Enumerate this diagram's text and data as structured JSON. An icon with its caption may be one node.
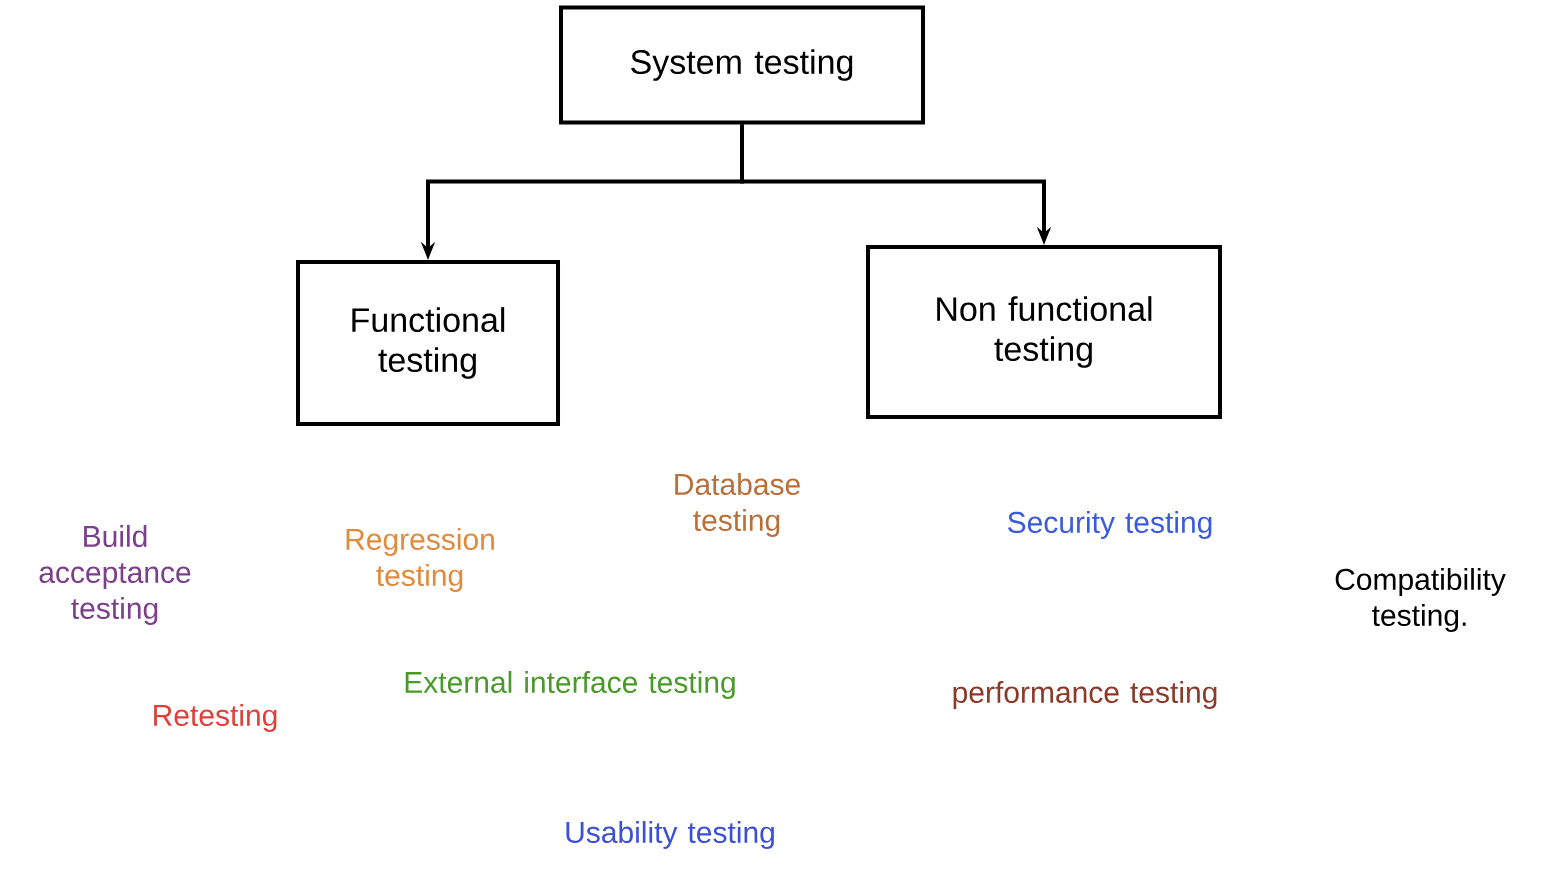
{
  "diagram": {
    "nodes": [
      {
        "text": [
          "System testing"
        ]
      },
      {
        "text": [
          "Functional testing"
        ]
      },
      {
        "text": [
          "Non functional testing"
        ]
      }
    ],
    "edges": [
      {
        "from": 0,
        "to": 1,
        "arrow": "to"
      },
      {
        "from": 0,
        "to": 2,
        "arrow": "to"
      }
    ],
    "labels": [
      "Database testing",
      "Security testing",
      "Build acceptance testing",
      "Regression testing",
      "Compatibility testing.",
      "External interface testing",
      "performance testing",
      "Retesting",
      "Usability testing"
    ]
  }
}
